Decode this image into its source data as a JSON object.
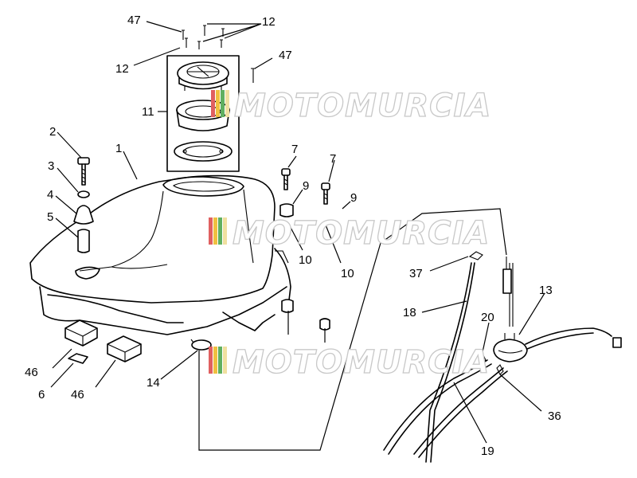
{
  "labels": {
    "l47a": "47",
    "l12a": "12",
    "l12b": "12",
    "l47b": "47",
    "l11": "11",
    "l2": "2",
    "l1": "1",
    "l3": "3",
    "l4": "4",
    "l5": "5",
    "l7a": "7",
    "l7b": "7",
    "l9a": "9",
    "l9b": "9",
    "l10a": "10",
    "l10b": "10",
    "l37": "37",
    "l13": "13",
    "l18": "18",
    "l20": "20",
    "l36": "36",
    "l19": "19",
    "l46a": "46",
    "l46b": "46",
    "l6": "6",
    "l14": "14"
  },
  "watermark": {
    "text": "MOTOMURCIA",
    "stripe_colors": [
      "#e06060",
      "#f0c040",
      "#60b060",
      "#f0e0a0"
    ]
  }
}
